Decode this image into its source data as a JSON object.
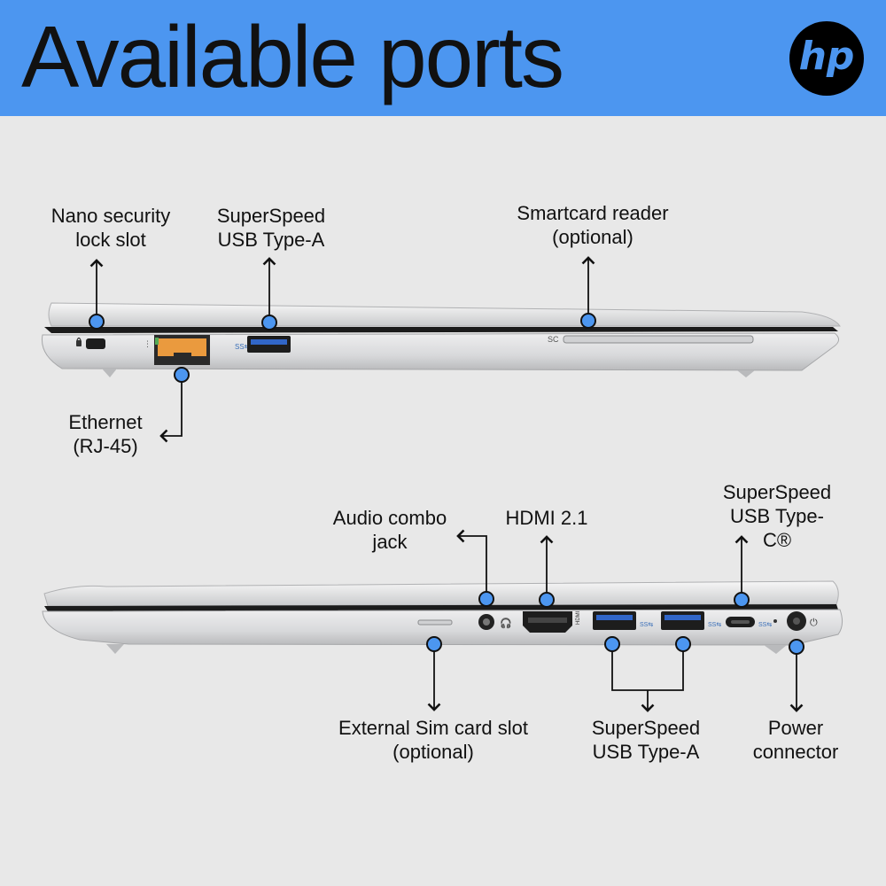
{
  "header": {
    "title": "Available ports",
    "logo_text": "hp",
    "background_color": "#4c96f0"
  },
  "accent_color": "#4c96f0",
  "top_view": {
    "callouts": {
      "nano_lock": "Nano security\nlock slot",
      "usb_a": "SuperSpeed\nUSB Type-A",
      "smartcard": "Smartcard reader\n(optional)",
      "ethernet": "Ethernet\n(RJ-45)"
    },
    "smartcard_marking": "SC"
  },
  "bottom_view": {
    "callouts": {
      "audio": "Audio combo\njack",
      "hdmi": "HDMI 2.1",
      "usb_c": "SuperSpeed\nUSB Type-C®",
      "sim": "External Sim card slot\n(optional)",
      "usb_a": "SuperSpeed\nUSB Type-A",
      "power": "Power\nconnector"
    },
    "hdmi_marking": "HDMI"
  }
}
